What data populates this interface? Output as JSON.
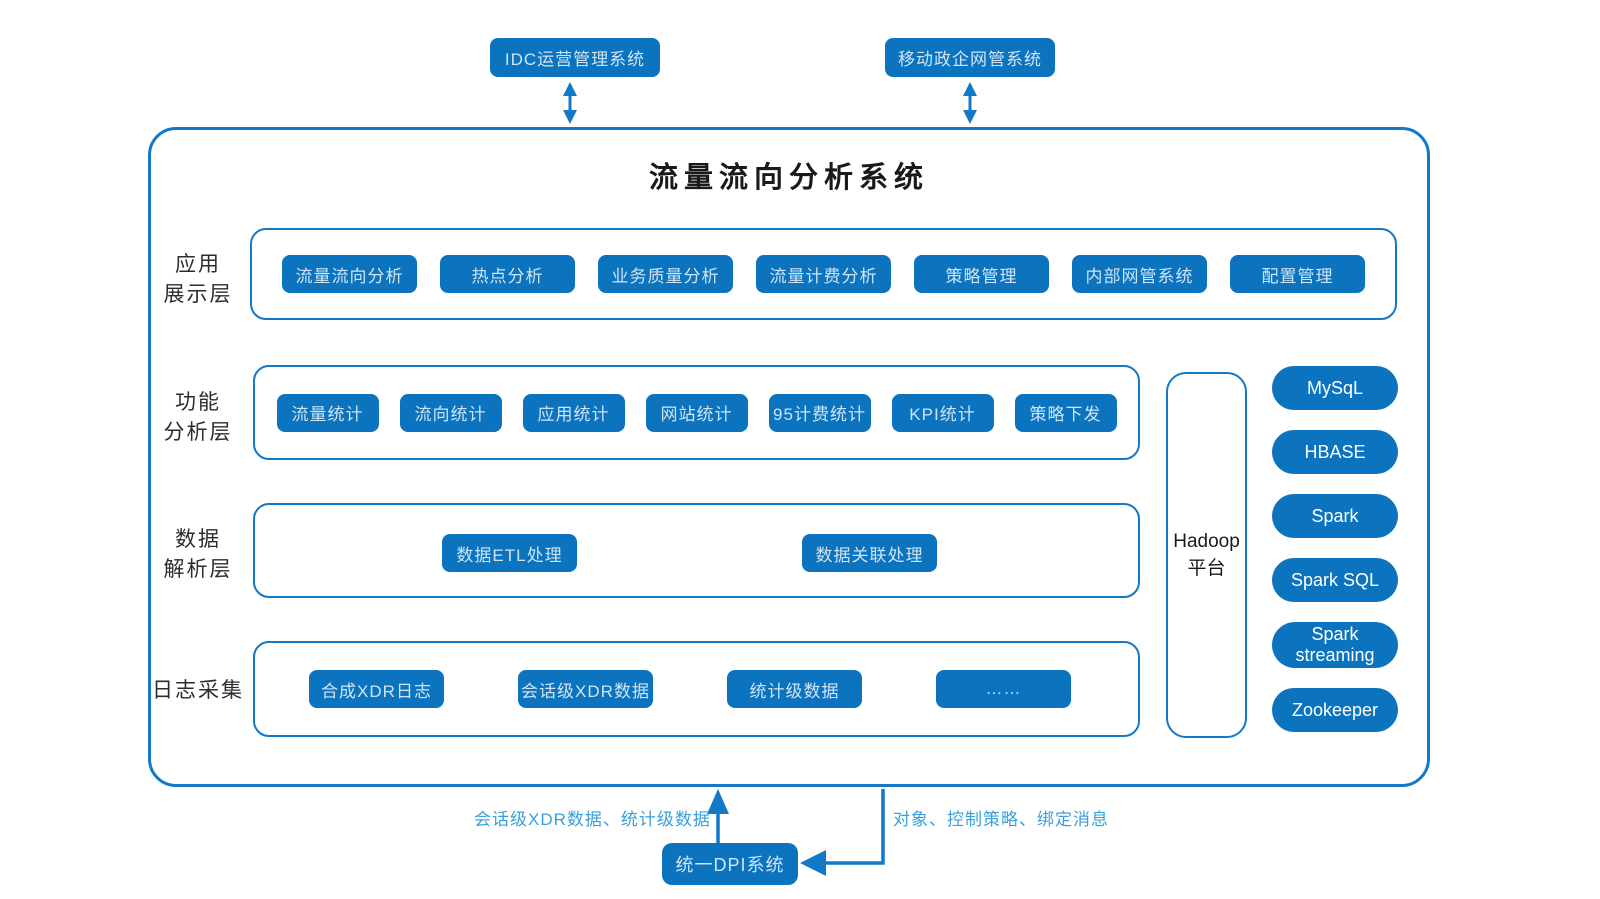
{
  "title": "流量流向分析系统",
  "external_systems": [
    {
      "label": "IDC运营管理系统"
    },
    {
      "label": "移动政企网管系统"
    }
  ],
  "layers": [
    {
      "label_line1": "应用",
      "label_line2": "展示层",
      "items": [
        "流量流向分析",
        "热点分析",
        "业务质量分析",
        "流量计费分析",
        "策略管理",
        "内部网管系统",
        "配置管理"
      ]
    },
    {
      "label_line1": "功能",
      "label_line2": "分析层",
      "items": [
        "流量统计",
        "流向统计",
        "应用统计",
        "网站统计",
        "95计费统计",
        "KPI统计",
        "策略下发"
      ]
    },
    {
      "label_line1": "数据",
      "label_line2": "解析层",
      "items": [
        "数据ETL处理",
        "数据关联处理"
      ]
    },
    {
      "label_line1": "日志采集",
      "label_line2": "",
      "items": [
        "合成XDR日志",
        "会话级XDR数据",
        "统计级数据",
        "……"
      ]
    }
  ],
  "platform": {
    "line1": "Hadoop",
    "line2": "平台"
  },
  "tech_stack": [
    {
      "label": "MySqL"
    },
    {
      "label": "HBASE"
    },
    {
      "label": "Spark"
    },
    {
      "label": "Spark SQL"
    },
    {
      "label": "Spark streaming"
    },
    {
      "label": "Zookeeper"
    }
  ],
  "bottom": {
    "dpi_system": "统一DPI系统",
    "upstream_label": "会话级XDR数据、统计级数据",
    "downstream_label": "对象、控制策略、绑定消息"
  },
  "icons": {
    "external_link": "bidirectional-vertical-arrow",
    "dpi_to_system": "up-arrow",
    "system_to_dpi": "elbow-left-arrow"
  },
  "colors": {
    "fill_blue": "#0C74BE",
    "line_blue": "#1278C8",
    "box_text": "#CFE4F6",
    "pill_text": "#FFFFFF",
    "flow_label_text": "#39A0DB",
    "title_text": "#1A1A1A"
  }
}
